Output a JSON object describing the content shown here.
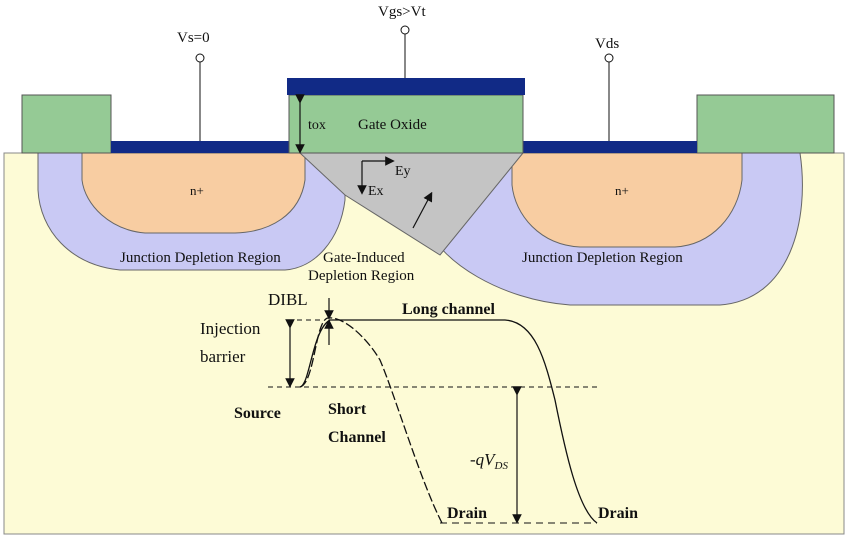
{
  "terminals": {
    "source": "Vs=0",
    "gate": "Vgs>Vt",
    "drain": "Vds"
  },
  "labels": {
    "tox": "tox",
    "gate_oxide": "Gate Oxide",
    "ex": "Ex",
    "ey": "Ey",
    "n_plus_left": "n+",
    "n_plus_right": "n+",
    "junction_left": "Junction Depletion Region",
    "junction_right": "Junction Depletion Region",
    "gate_induced_line1": "Gate-Induced",
    "gate_induced_line2": "Depletion Region",
    "dibl": "DIBL",
    "long_channel": "Long channel",
    "injection_line1": "Injection",
    "injection_line2": "barrier",
    "source": "Source",
    "short_line1": "Short",
    "short_line2": "Channel",
    "vds_energy": "-qV",
    "vds_sub": "DS",
    "drain_left": "Drain",
    "drain_right": "Drain"
  },
  "colors": {
    "substrate": "#fdfbd6",
    "depletion": "#c9c9f4",
    "n_plus": "#f8cda2",
    "oxide": "#95ca95",
    "gate_metal": "#112a86",
    "gate_depletion": "#c4c4c4"
  }
}
